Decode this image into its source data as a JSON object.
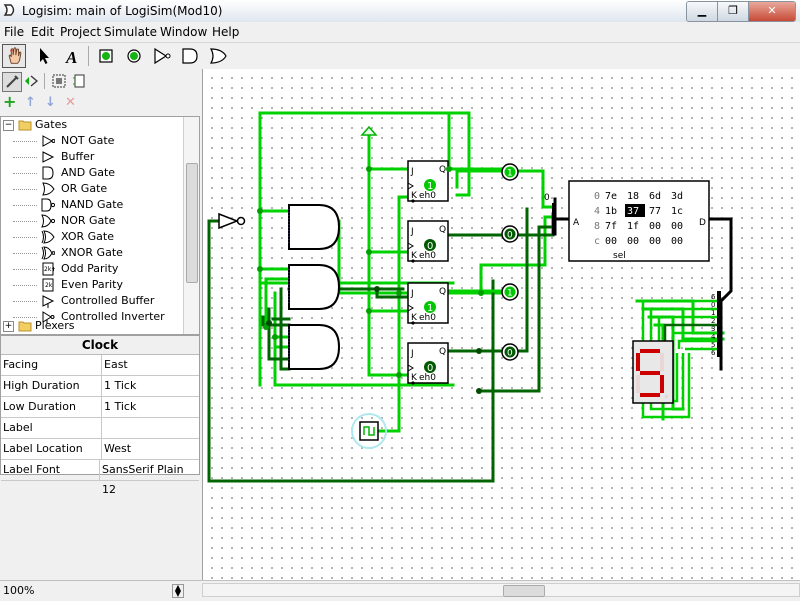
{
  "window": {
    "title": "Logisim: main of LogiSim(Mod10)",
    "minimize": "▁",
    "maximize": "❐",
    "close": "✕"
  },
  "menu": [
    "File",
    "Edit",
    "Project",
    "Simulate",
    "Window",
    "Help"
  ],
  "toolbar": {
    "tools": [
      "hand-poke-tool",
      "select-arrow-tool",
      "text-tool",
      "input-pin-tool",
      "output-pin-tool",
      "not-gate-tool",
      "and-gate-tool",
      "or-gate-tool"
    ],
    "selected": "hand-poke-tool"
  },
  "project_toolbar": {
    "tools": [
      "edit-circuit-appearance",
      "toggle-layout",
      "project-tool-3",
      "project-tool-4"
    ]
  },
  "tree_toolbar": {
    "add": "+",
    "up": "↑",
    "down": "↓",
    "delete": "✕"
  },
  "tree": {
    "folder": "Gates",
    "items": [
      {
        "label": "NOT Gate",
        "icon": "not-gate-icon"
      },
      {
        "label": "Buffer",
        "icon": "buffer-icon"
      },
      {
        "label": "AND Gate",
        "icon": "and-gate-icon"
      },
      {
        "label": "OR Gate",
        "icon": "or-gate-icon"
      },
      {
        "label": "NAND Gate",
        "icon": "nand-gate-icon"
      },
      {
        "label": "NOR Gate",
        "icon": "nor-gate-icon"
      },
      {
        "label": "XOR Gate",
        "icon": "xor-gate-icon"
      },
      {
        "label": "XNOR Gate",
        "icon": "xnor-gate-icon"
      },
      {
        "label": "Odd Parity",
        "icon": "odd-parity-icon"
      },
      {
        "label": "Even Parity",
        "icon": "even-parity-icon"
      },
      {
        "label": "Controlled Buffer",
        "icon": "controlled-buffer-icon"
      },
      {
        "label": "Controlled Inverter",
        "icon": "controlled-inverter-icon"
      }
    ],
    "next_folder": "Plexers"
  },
  "attributes": {
    "title": "Clock",
    "rows": [
      {
        "key": "Facing",
        "value": "East"
      },
      {
        "key": "High Duration",
        "value": "1 Tick"
      },
      {
        "key": "Low Duration",
        "value": "1 Tick"
      },
      {
        "key": "Label",
        "value": ""
      },
      {
        "key": "Label Location",
        "value": "West"
      },
      {
        "key": "Label Font",
        "value": "SansSerif Plain 12"
      }
    ]
  },
  "circuit": {
    "flipflops": [
      {
        "j": "J",
        "k": "K",
        "q": "Q",
        "value": "1",
        "label": "eh0"
      },
      {
        "j": "J",
        "k": "K",
        "q": "Q",
        "value": "0",
        "label": "eh0"
      },
      {
        "j": "J",
        "k": "K",
        "q": "Q",
        "value": "1",
        "label": "eh0"
      },
      {
        "j": "J",
        "k": "K",
        "q": "Q",
        "value": "0",
        "label": "eh0"
      }
    ],
    "outputs": [
      "1",
      "0",
      "1",
      "0"
    ],
    "rom": {
      "rows": [
        {
          "addr": "0",
          "cells": [
            "7e",
            "18",
            "6d",
            "3d"
          ]
        },
        {
          "addr": "4",
          "cells": [
            "1b",
            "37",
            "77",
            "1c"
          ]
        },
        {
          "addr": "8",
          "cells": [
            "7f",
            "1f",
            "00",
            "00"
          ]
        },
        {
          "addr": "c",
          "cells": [
            "00",
            "00",
            "00",
            "00"
          ]
        }
      ],
      "highlight": "37",
      "sel": "sel",
      "a": "A",
      "d": "D"
    },
    "splitter_top_label": "0",
    "splitter_right_labels": [
      "6",
      "0",
      "1",
      "2",
      "3",
      "4",
      "5",
      "6"
    ],
    "display_digit": "5",
    "colors": {
      "wire_on": "#00d200",
      "wire_off": "#006400",
      "wire_bus": "#000000",
      "led": "#cc0000",
      "led_off": "#e9d6d6"
    }
  },
  "status": {
    "zoom": "100%"
  }
}
